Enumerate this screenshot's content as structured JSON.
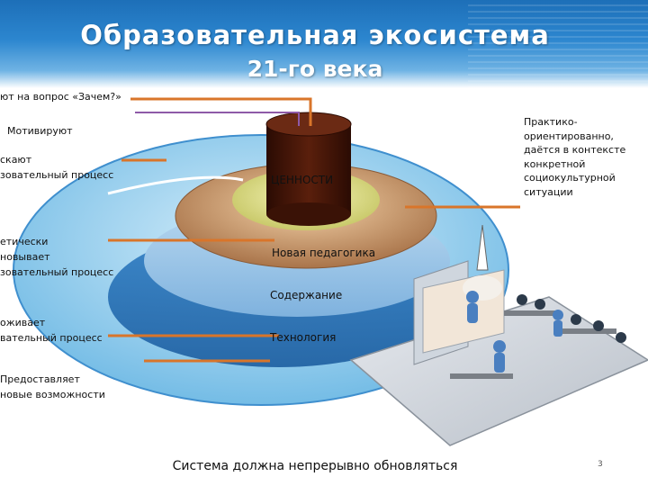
{
  "header": {
    "title_line1": "Образовательная экосистема",
    "title_line2": "21-го века"
  },
  "left_labels": {
    "why": "ют на вопрос «Зачем?»",
    "motivate": "Мотивируют",
    "launch": "скают\nзовательный процесс",
    "renew": "етически\nновывает\nзовательный процесс",
    "support": "оживает\nвательный процесс",
    "provide": "Предоставляет\nновые возможности"
  },
  "layers": {
    "values": "ЦЕННОСТИ",
    "pedagogy": "Новая педагогика",
    "content": "Содержание",
    "technology": "Технология"
  },
  "right_text": "Практико-\nориентированно,\nдаётся в контексте\nконкретной\nсоциокультурной\nситуации",
  "footer": "Система должна непрерывно обновляться",
  "page_number": "3",
  "colors": {
    "header_blue": "#2c86cf",
    "connector_orange": "#d9752a",
    "connector_purple": "#8e5aa8",
    "outer_disc": "#8ccbec",
    "technology_disc": "#3f8fce",
    "content_disc": "#9bc7e8",
    "pedagogy_disc": "#c8976a",
    "values_cylinder": "#3a1206",
    "inner_ring": "#e5e58d"
  }
}
